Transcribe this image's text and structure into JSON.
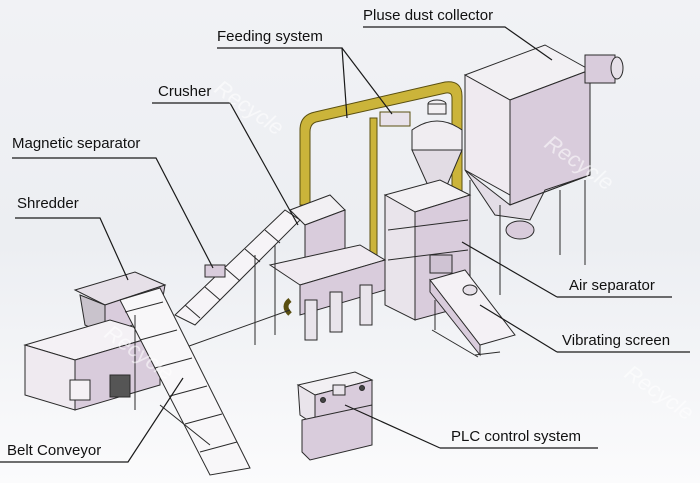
{
  "diagram": {
    "subject": "Recycling plant layout",
    "watermark": "Recycle",
    "colors": {
      "machine_body": "#d9ccdc",
      "machine_light": "#f4f1f5",
      "pipe": "#cbb43a",
      "outline": "#2a2a2a",
      "leader_line": "#1a1a1a"
    },
    "labels": [
      {
        "id": "feeding-system",
        "text": "Feeding system"
      },
      {
        "id": "pulse-dust-collector",
        "text": "Pluse dust collector"
      },
      {
        "id": "crusher",
        "text": "Crusher"
      },
      {
        "id": "magnetic-separator",
        "text": "Magnetic separator"
      },
      {
        "id": "shredder",
        "text": "Shredder"
      },
      {
        "id": "air-separator",
        "text": "Air separator"
      },
      {
        "id": "vibrating-screen",
        "text": "Vibrating screen"
      },
      {
        "id": "belt-conveyor",
        "text": "Belt Conveyor"
      },
      {
        "id": "plc-control-system",
        "text": "PLC control system"
      }
    ]
  }
}
